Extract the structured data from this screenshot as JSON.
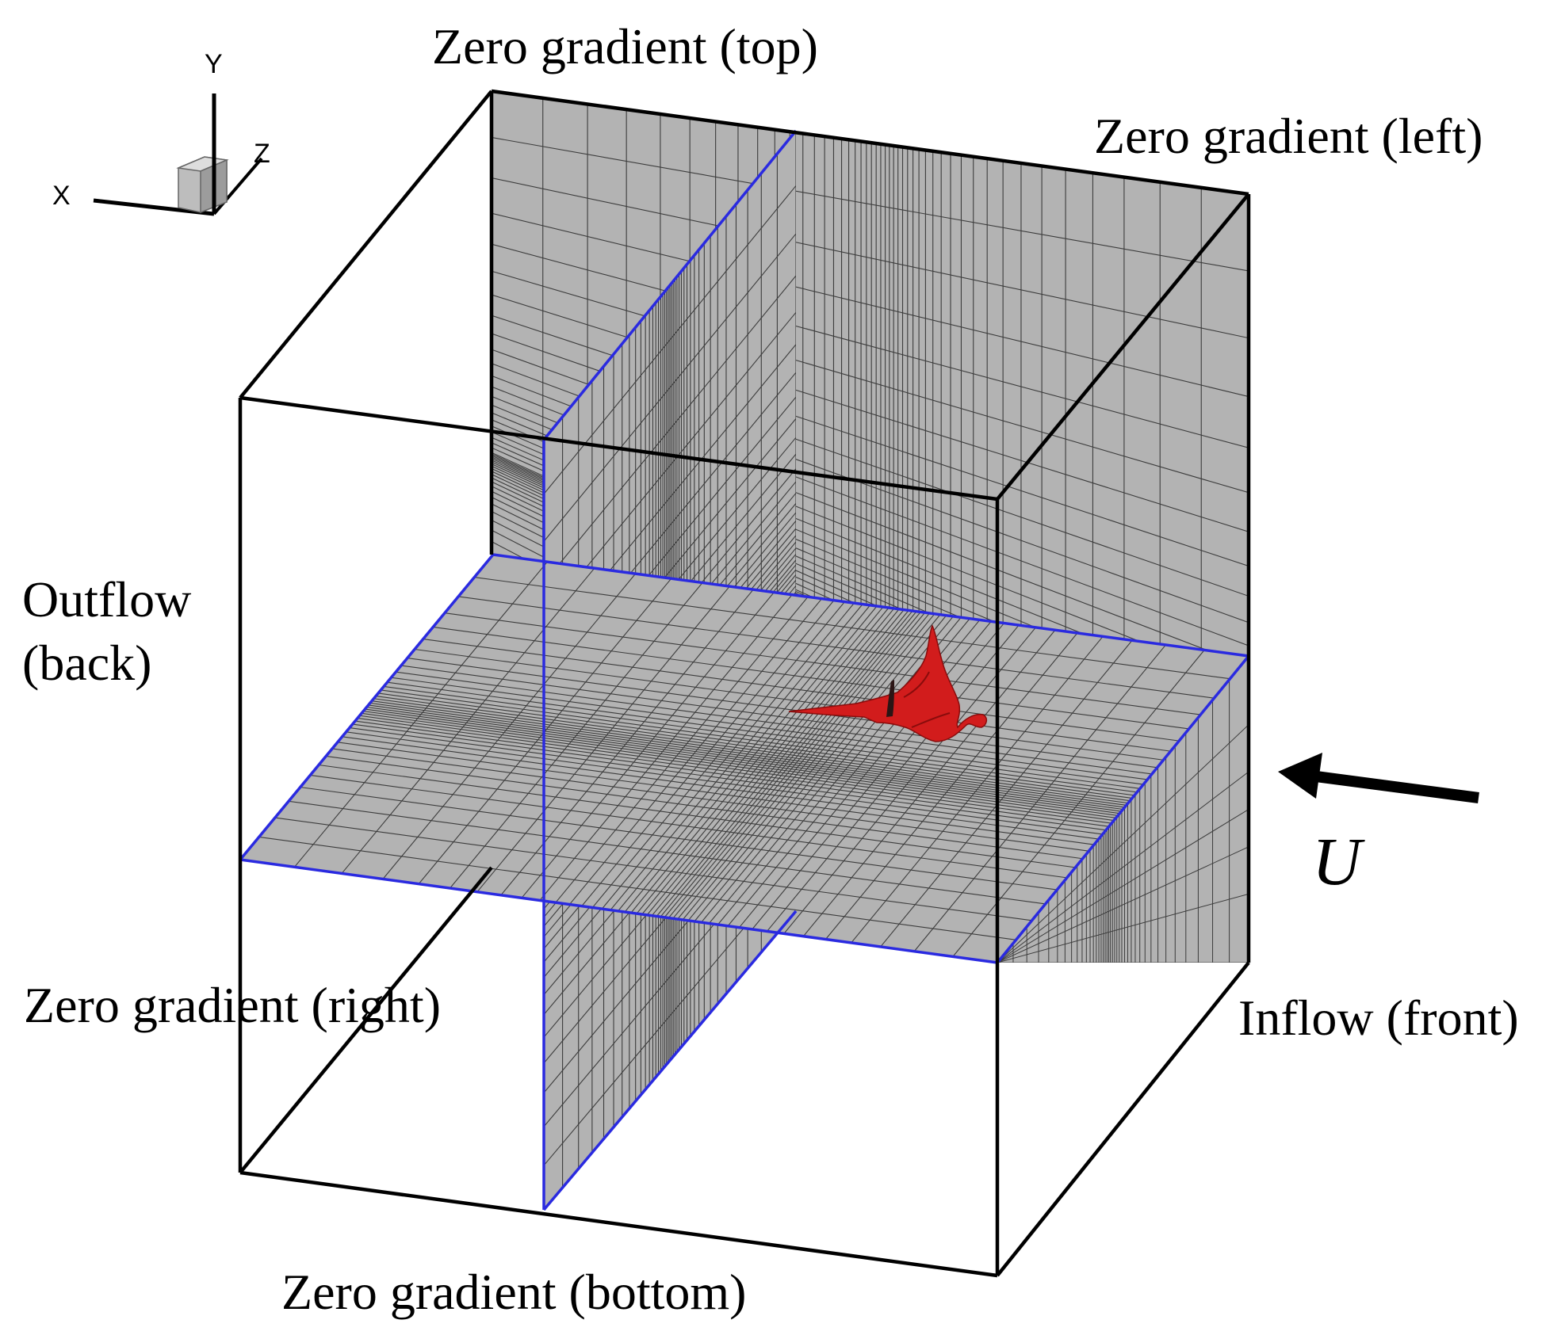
{
  "labels": {
    "top": "Zero gradient (top)",
    "left": "Zero gradient (left)",
    "outflow_line1": "Outflow",
    "outflow_line2": "(back)",
    "right": "Zero gradient (right)",
    "inflow": "Inflow (front)",
    "bottom": "Zero gradient (bottom)",
    "velocity": "U"
  },
  "axes": {
    "x": "X",
    "y": "Y",
    "z": "Z"
  },
  "colors": {
    "plane_fill": "#b3b3b3",
    "mesh_line": "#3c3c3c",
    "plane_edge": "#2a2ae0",
    "box_edge": "#000000",
    "body": "#d21c1c"
  },
  "icons": [
    "axis-triad-icon",
    "flow-arrow-icon",
    "manta-body-icon"
  ]
}
